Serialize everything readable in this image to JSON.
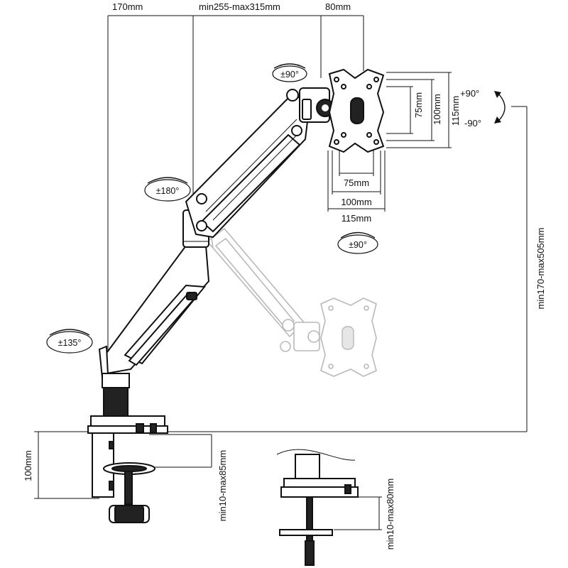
{
  "dimensions": {
    "base_offset": "170mm",
    "arm_span": "min255-max315mm",
    "head_offset": "80mm",
    "height_range": "min170-max505mm",
    "clamp_height": "100mm",
    "clamp_thickness": "min10-max85mm",
    "grommet_thickness": "min10-max80mm",
    "vesa_h_75": "75mm",
    "vesa_h_100": "100mm",
    "vesa_h_115": "115mm",
    "vesa_v_75": "75mm",
    "vesa_v_100": "100mm",
    "vesa_v_115": "115mm"
  },
  "rotations": {
    "head_swivel": "±90°",
    "elbow": "±180°",
    "base": "±135°",
    "rotate_bottom": "±90°",
    "tilt_up": "+90°",
    "tilt_down": "-90°"
  },
  "colors": {
    "line": "#111111",
    "ghost": "#b9b9b9",
    "background": "#ffffff"
  }
}
